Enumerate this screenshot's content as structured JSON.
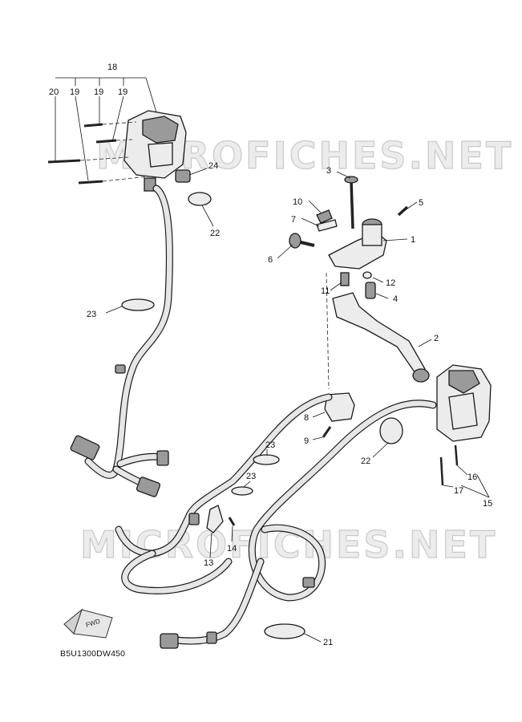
{
  "watermark": {
    "text": "MICROFICHES.NET"
  },
  "diagram_code": "B5U1300DW450",
  "fwd_label": "FWD",
  "callouts": [
    "18",
    "20",
    "19",
    "19",
    "19",
    "24",
    "22",
    "23",
    "3",
    "10",
    "5",
    "7",
    "1",
    "6",
    "11",
    "12",
    "4",
    "2",
    "8",
    "9",
    "23",
    "22",
    "23",
    "16",
    "17",
    "15",
    "14",
    "13",
    "21"
  ]
}
